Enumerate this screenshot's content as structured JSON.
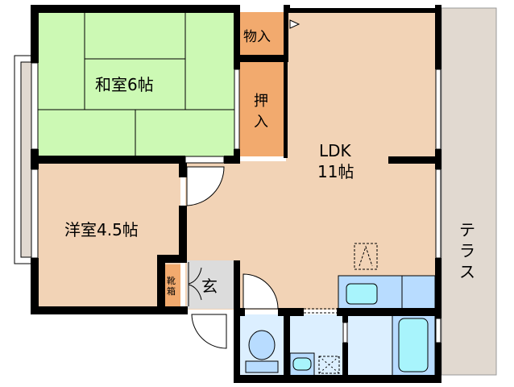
{
  "rooms": {
    "washitsu": {
      "label": "和室6帖"
    },
    "monoire": {
      "label": "物入"
    },
    "oshiire": {
      "label_line1": "押",
      "label_line2": "入"
    },
    "ldk": {
      "label_line1": "LDK",
      "label_line2": "11帖"
    },
    "yoshitsu": {
      "label": "洋室4.5帖"
    },
    "getabako": {
      "label_line1": "靴",
      "label_line2": "箱"
    },
    "genkan": {
      "label": "玄"
    },
    "terrace": {
      "label_line1": "テ",
      "label_line2": "ラ",
      "label_line3": "ス"
    }
  },
  "colors": {
    "tatami": "#ccf9b4",
    "flooring": "#f2d3b6",
    "closet": "#f2aa6e",
    "terrace": "#e1d9d0",
    "wet_area": "#dcefff",
    "fixture": "#b8dcff",
    "fixture_inner": "#a8f4fc",
    "genkan": "#dcdcdc",
    "wall": "#000000"
  }
}
